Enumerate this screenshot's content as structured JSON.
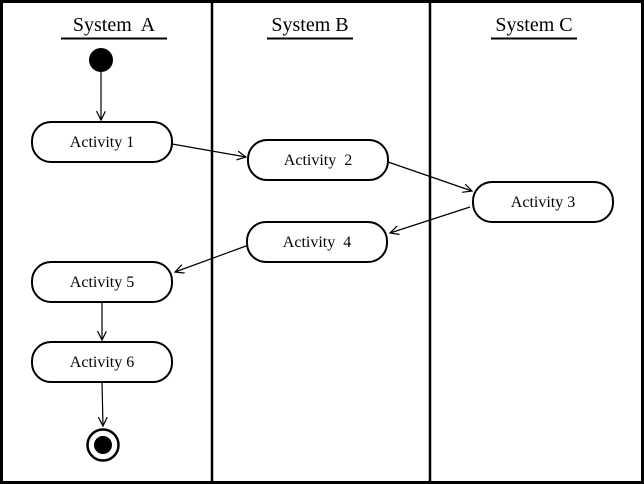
{
  "diagram": {
    "kind": "uml-activity-diagram-with-swimlanes",
    "colors": {
      "line": "#000000",
      "fill": "#ffffff",
      "node_fill": "#000000"
    },
    "lanes": [
      {
        "title": "System  A"
      },
      {
        "title": "System B"
      },
      {
        "title": "System C"
      }
    ],
    "nodes": {
      "start": {
        "type": "initial-node",
        "lane": "System  A"
      },
      "activity1": {
        "label": "Activity 1",
        "lane": "System  A"
      },
      "activity2": {
        "label": "Activity  2",
        "lane": "System B"
      },
      "activity3": {
        "label": "Activity 3",
        "lane": "System C"
      },
      "activity4": {
        "label": "Activity  4",
        "lane": "System B"
      },
      "activity5": {
        "label": "Activity 5",
        "lane": "System  A"
      },
      "activity6": {
        "label": "Activity 6",
        "lane": "System  A"
      },
      "end": {
        "type": "final-node",
        "lane": "System  A"
      }
    },
    "edges": [
      {
        "from": "start",
        "to": "activity1"
      },
      {
        "from": "activity1",
        "to": "activity2"
      },
      {
        "from": "activity2",
        "to": "activity3"
      },
      {
        "from": "activity3",
        "to": "activity4"
      },
      {
        "from": "activity4",
        "to": "activity5"
      },
      {
        "from": "activity5",
        "to": "activity6"
      },
      {
        "from": "activity6",
        "to": "end"
      }
    ]
  }
}
